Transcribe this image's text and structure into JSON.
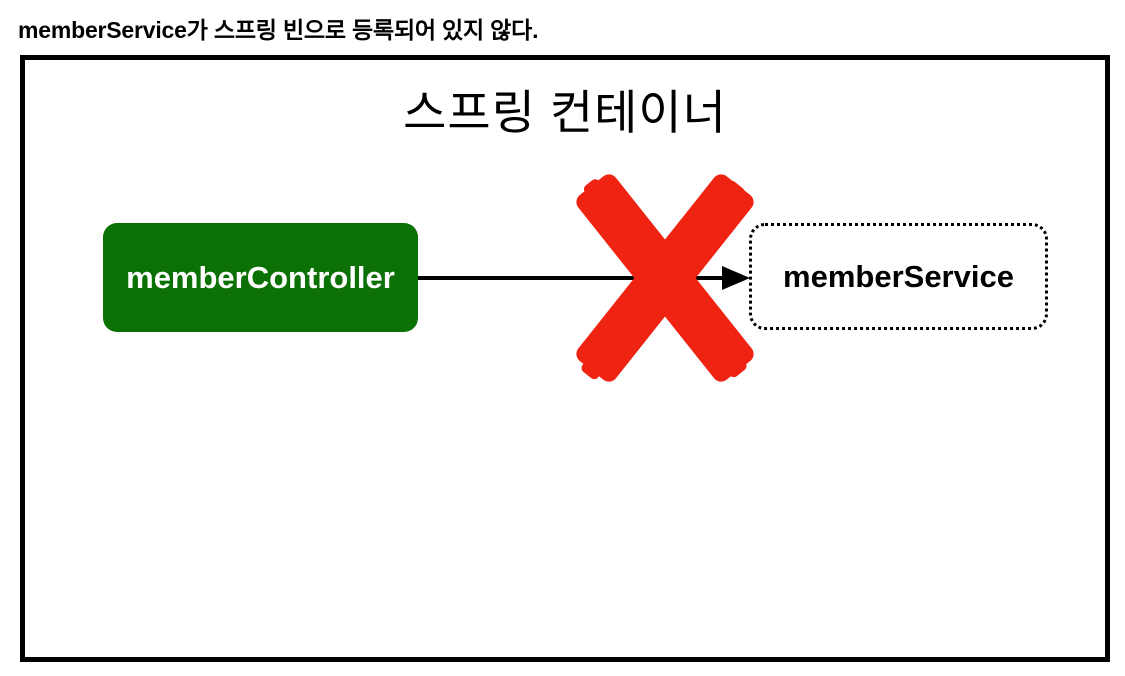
{
  "caption": "memberService가 스프링 빈으로 등록되어 있지 않다.",
  "container": {
    "title": "스프링 컨테이너"
  },
  "nodes": {
    "controller": {
      "label": "memberController"
    },
    "service": {
      "label": "memberService"
    }
  },
  "icons": {
    "cross": "red-cross-mark-icon",
    "arrow": "right-arrow"
  },
  "colors": {
    "controller_bg": "#0b7104",
    "cross_red": "#ee2312",
    "line_black": "#000000",
    "background": "#ffffff"
  }
}
